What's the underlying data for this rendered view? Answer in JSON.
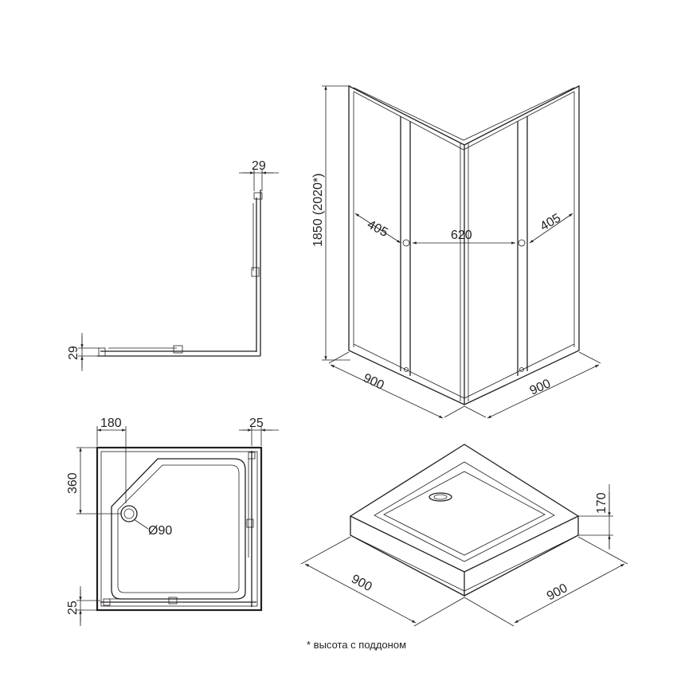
{
  "plan_view": {
    "wall_thickness_top": "29",
    "wall_thickness_left": "29"
  },
  "elevation_view": {
    "height_label": "1850 (2020*)",
    "door_left": "405",
    "door_center": "620",
    "door_right": "405",
    "width_left": "900",
    "width_right": "900"
  },
  "tray_plan": {
    "corner_offset_x": "180",
    "corner_offset_y": "360",
    "rim_top": "25",
    "rim_left": "25",
    "drain_diameter": "Ø90"
  },
  "tray_iso": {
    "height": "170",
    "width_left": "900",
    "width_right": "900"
  },
  "footnote": "* высота с поддоном",
  "colors": {
    "line": "#231f20",
    "background": "#ffffff"
  }
}
